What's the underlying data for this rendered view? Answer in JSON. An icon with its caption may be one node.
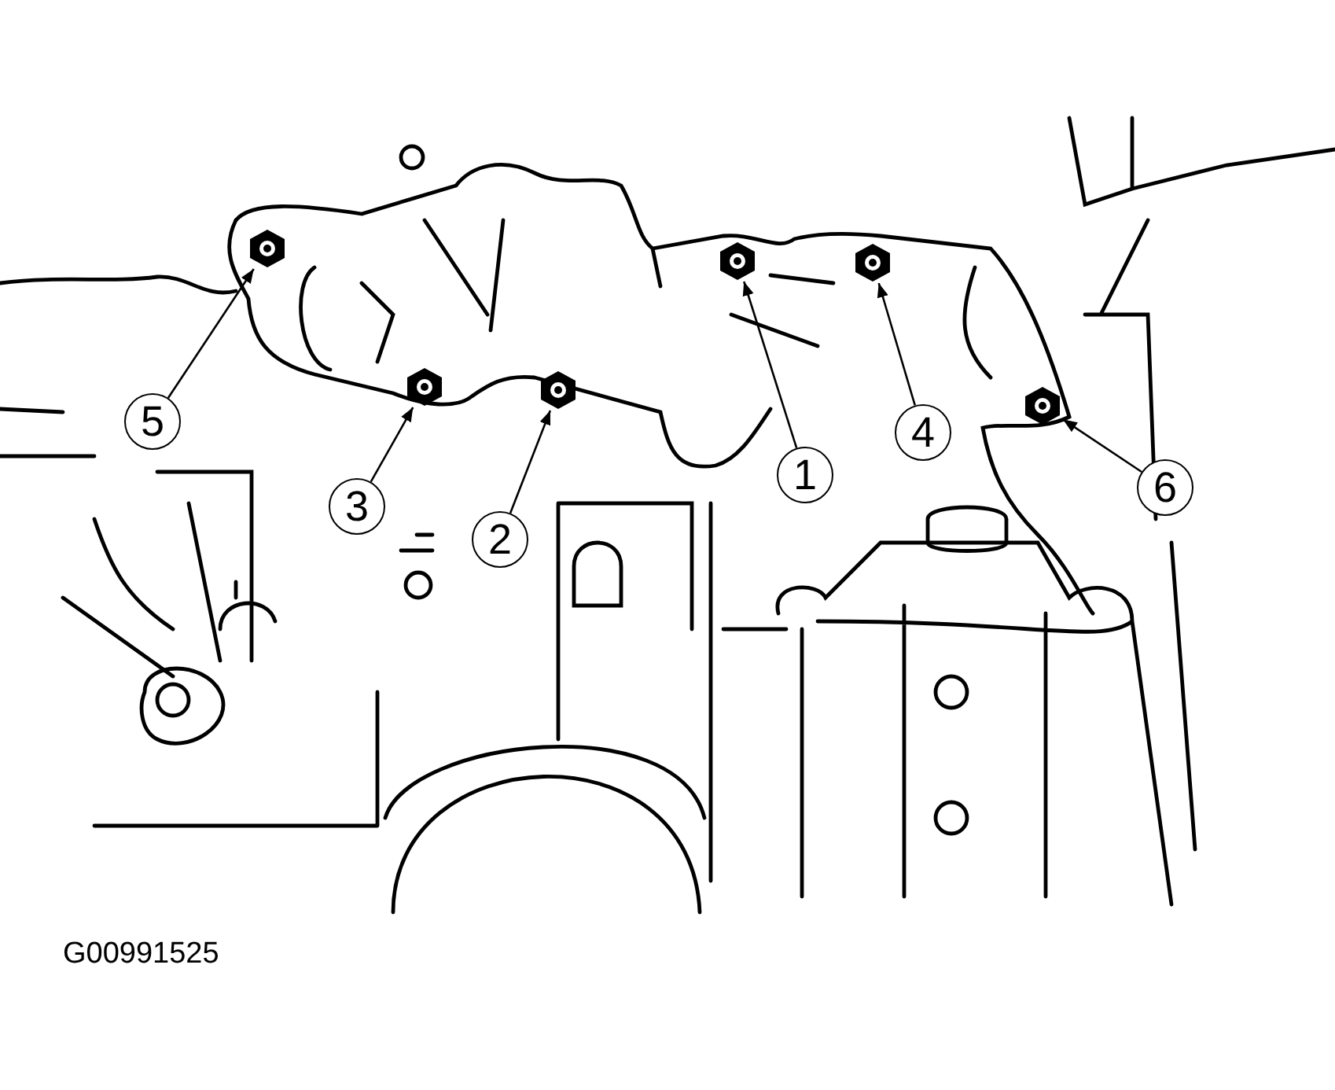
{
  "diagram": {
    "nodes": [
      {
        "text": [
          "5"
        ]
      },
      {
        "text": [
          "3"
        ]
      },
      {
        "text": [
          "2"
        ]
      },
      {
        "text": [
          "1"
        ]
      },
      {
        "text": [
          "4"
        ]
      },
      {
        "text": [
          "6"
        ]
      },
      {
        "text": [],
        "shape": "hexagon"
      },
      {
        "text": [],
        "shape": "hexagon"
      },
      {
        "text": [],
        "shape": "hexagon"
      },
      {
        "text": [],
        "shape": "hexagon"
      },
      {
        "text": [],
        "shape": "hexagon"
      },
      {
        "text": [],
        "shape": "hexagon"
      }
    ],
    "edges": [
      {
        "from": 0,
        "to": 6,
        "arrow": "to"
      },
      {
        "from": 1,
        "to": 7,
        "arrow": "to"
      },
      {
        "from": 2,
        "to": 8,
        "arrow": "to"
      },
      {
        "from": 3,
        "to": 9,
        "arrow": "to"
      },
      {
        "from": 4,
        "to": 10,
        "arrow": "to"
      },
      {
        "from": 5,
        "to": 11,
        "arrow": "to"
      }
    ],
    "labels": [
      "G00991525"
    ]
  }
}
